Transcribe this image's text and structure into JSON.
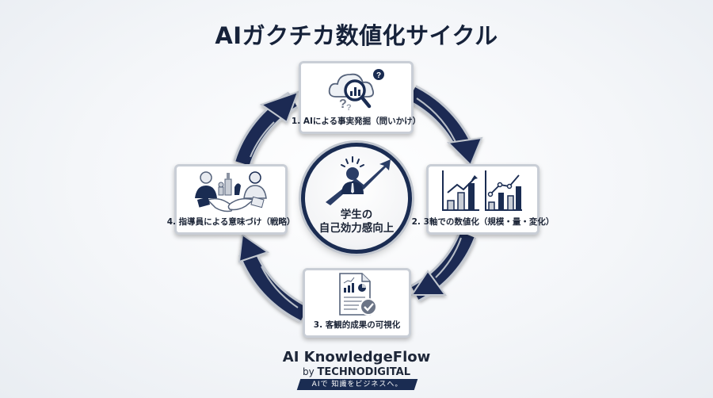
{
  "title": "AIガクチカ数値化サイクル",
  "center": {
    "line1": "学生の",
    "line2": "自己効力感向上",
    "icon": "person-growth-arrow-icon"
  },
  "steps": [
    {
      "label": "1. AIによる事実発掘（問いかけ）",
      "icon": "cloud-magnifier-question-icon"
    },
    {
      "label": "2. 3軸での数値化（規模・量・変化）",
      "icon": "bar-chart-trend-icon"
    },
    {
      "label": "3. 客観的成果の可視化",
      "icon": "report-document-check-icon"
    },
    {
      "label": "4. 指導員による意味づけ（戦略）",
      "icon": "handshake-chess-icon"
    }
  ],
  "cycle_arrows": [
    "arrow-1-to-2",
    "arrow-2-to-3",
    "arrow-3-to-4",
    "arrow-4-to-1"
  ],
  "brand": {
    "name": "AI KnowledgeFlow",
    "by": "by",
    "company": "TECHNODIGITAL",
    "tagline": "AIで 知識をビジネスへ。"
  },
  "colors": {
    "navy": "#1a2c52",
    "silver": "#c9ced6",
    "text": "#16223a",
    "background": "#f4f6f9"
  }
}
